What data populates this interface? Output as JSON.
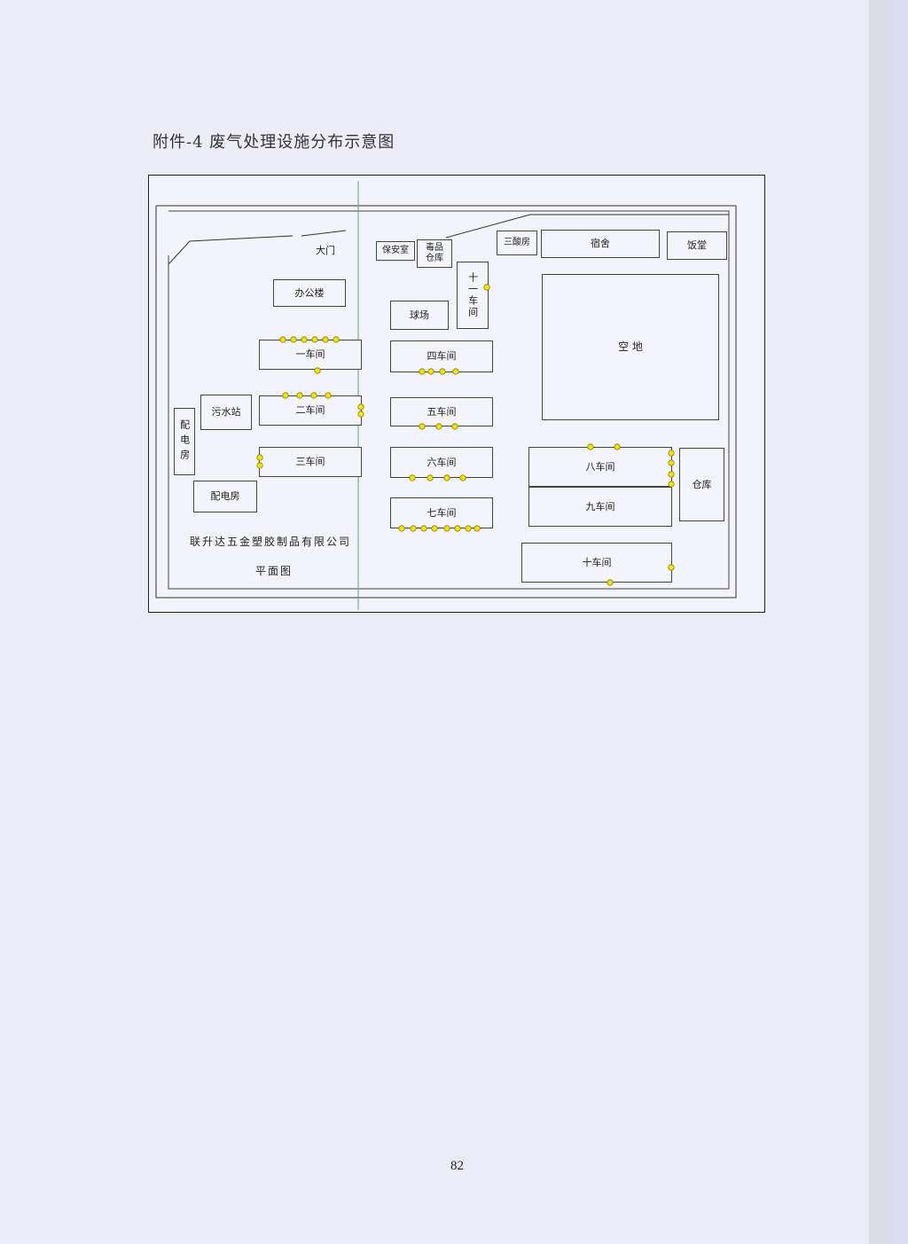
{
  "document": {
    "title": "附件-4  废气处理设施分布示意图",
    "page_number": "82"
  },
  "plan": {
    "gate": "大门",
    "company": "联升达五金塑胶制品有限公司",
    "subtitle": "平面图",
    "buildings": {
      "guard": "保安室",
      "toxic_store": "毒品\n仓库",
      "acid_room": "三酸房",
      "dormitory": "宿舍",
      "canteen": "饭堂",
      "office": "办公楼",
      "workshop_11": "十一车间",
      "court": "球场",
      "open_space": "空 地",
      "ws1": "一车间",
      "ws2": "二车间",
      "ws3": "三车间",
      "ws4": "四车间",
      "ws5": "五车间",
      "ws6": "六车间",
      "ws7": "七车间",
      "ws8": "八车间",
      "ws9": "九车间",
      "ws10": "十车间",
      "sewage": "污水站",
      "power_left": "配电房",
      "power": "配电房",
      "warehouse": "仓库"
    },
    "marker_color": "#f2e600",
    "marker_stroke": "#8a7a00"
  }
}
